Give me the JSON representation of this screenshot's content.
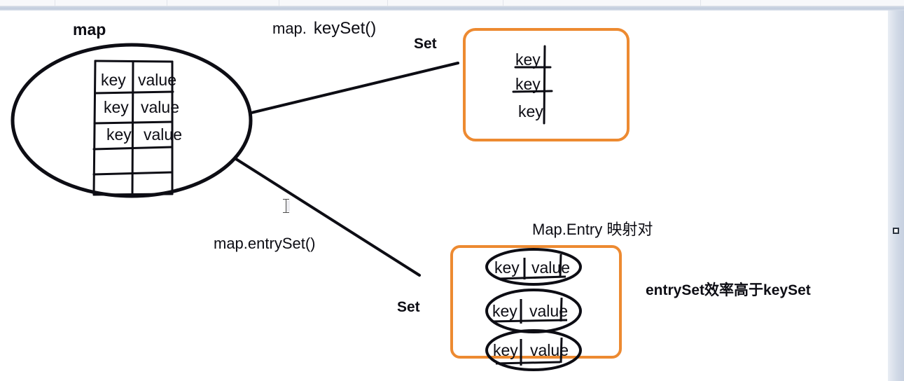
{
  "window": {
    "toolbar_ghost_labels": [
      "",
      "",
      "",
      "",
      "",
      ""
    ],
    "gutter_handle_name": "resize-handle"
  },
  "diagram": {
    "title_map": "map",
    "label_keyset_call": "map.",
    "label_keyset_method": "keySet()",
    "label_set_top": "Set",
    "label_entryset_call": "map.entrySet()",
    "label_set_bottom": "Set",
    "label_map_entry": "Map.Entry 映射对",
    "label_efficiency_note": "entrySet效率高于keySet",
    "colors": {
      "ink": "#0d0d14",
      "orange_box": "#ED8A31",
      "canvas": "#ffffff"
    },
    "map_table": {
      "column_labels": [
        "key",
        "value"
      ],
      "rows": [
        {
          "key": "key",
          "value": "value"
        },
        {
          "key": "key",
          "value": "value"
        },
        {
          "key": "key",
          "value": "value"
        },
        {
          "key": "",
          "value": ""
        },
        {
          "key": "",
          "value": ""
        }
      ]
    },
    "keyset_box": {
      "entries": [
        "key",
        "key",
        "key"
      ]
    },
    "entryset_box": {
      "entries": [
        {
          "key": "key",
          "value": "value"
        },
        {
          "key": "key",
          "value": "value"
        },
        {
          "key": "key",
          "value": "value"
        }
      ]
    }
  }
}
